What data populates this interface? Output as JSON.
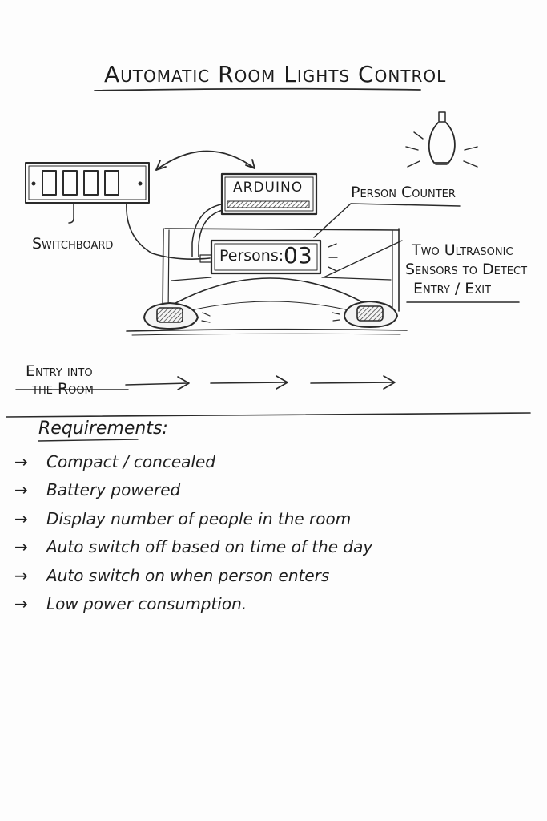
{
  "title": "Automatic Room Lights Control",
  "labels": {
    "switchboard": "Switchboard",
    "arduino": "ARDUINO",
    "person_counter": "Person Counter",
    "persons_prefix": "Persons:",
    "persons_count": "03",
    "sensors_line1": "Two Ultrasonic",
    "sensors_line2": "Sensors to Detect",
    "sensors_line3": "Entry / Exit",
    "entry_line1": "Entry into",
    "entry_line2": "the Room"
  },
  "requirements": {
    "heading": "Requirements:",
    "items": [
      "Compact / concealed",
      "Battery powered",
      "Display number of people in the room",
      "Auto switch off based on time of the day",
      "Auto switch on when person enters",
      "Low power consumption."
    ]
  }
}
